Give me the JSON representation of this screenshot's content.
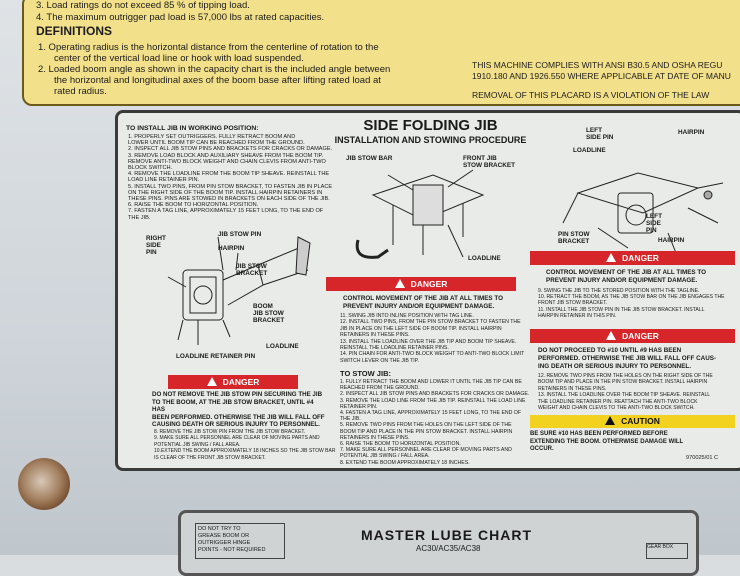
{
  "top_placard": {
    "line3": "3.  Load ratings do not exceed 85 % of tipping load.",
    "line4": "4.  The maximum outrigger pad load is 57,000 lbs at rated capacities.",
    "definitions_heading": "DEFINITIONS",
    "def1a": "1.  Operating radius is the horizontal distance from the centerline of rotation to the",
    "def1b": "center of the vertical load line or hook with load suspended.",
    "def2a": "2.  Loaded boom angle as shown in the capacity chart is the included angle between",
    "def2b": "the horizontal and longitudinal axes of the boom base after lifting rated load at",
    "def2c": "rated radius.",
    "compliance1": "THIS MACHINE COMPLIES WITH ANSI B30.5 AND OSHA REGU",
    "compliance2": "1910.180 AND 1926.550 WHERE APPLICABLE AT DATE OF MANU",
    "removal": "REMOVAL OF THIS PLACARD IS A VIOLATION OF THE LAW"
  },
  "main_placard": {
    "title": "SIDE FOLDING JIB",
    "subtitle": "INSTALLATION AND STOWING PROCEDURE",
    "install_heading": "TO INSTALL JIB IN WORKING POSITION:",
    "install_steps": [
      "1.  PROPERLY SET OUTRIGGERS. FULLY RETRACT BOOM AND",
      "     LOWER UNTIL BOOM TIP CAN BE REACHED FROM THE GROUND.",
      "2.  INSPECT ALL JIB STOW PINS AND BRACKETS FOR CRACKS OR DAMAGE.",
      "3.  REMOVE LOAD BLOCK AND AUXILIARY SHEAVE FROM THE BOOM TIP.",
      "     REMOVE ANTI-TWO BLOCK WEIGHT AND CHAIN CLEVIS FROM ANTI-TWO",
      "     BLOCK SWITCH.",
      "4.  REMOVE THE LOADLINE FROM THE BOOM TIP SHEAVE.  REINSTALL THE",
      "     LOAD LINE RETAINER PIN.",
      "5.  INSTALL TWO PINS, FROM PIN STOW BRACKET, TO FASTEN JIB IN PLACE",
      "     ON THE RIGHT SIDE OF THE BOOM TIP.  INSTALL HAIRPIN RETAINERS IN",
      "     THESE PINS. PINS ARE STOWED IN BRACKETS ON EACH SIDE OF THE JIB.",
      "6.  RAISE THE BOOM TO HORIZONTAL POSITION.",
      "7.  FASTEN A TAG LINE, APPROXIMATELY 15 FEET LONG, TO THE END OF",
      "     THE JIB."
    ],
    "labels_left": {
      "right_side_pin": "RIGHT\nSIDE\nPIN",
      "jib_stow_pin": "JIB STOW PIN",
      "hairpin": "HAIRPIN",
      "jib_stow_bracket": "JIB STOW\nBRACKET",
      "boom_jib_stow_bracket": "BOOM\nJIB STOW\nBRACKET",
      "loadline": "LOADLINE",
      "loadline_retainer_pin": "LOADLINE RETAINER PIN"
    },
    "labels_center": {
      "jib_stow_bar": "JIB STOW BAR",
      "front_jib_stow_bracket": "FRONT JIB\nSTOW BRACKET",
      "loadline": "LOADLINE"
    },
    "labels_right": {
      "left_side_pin_top": "LEFT\nSIDE PIN",
      "hairpin_top": "HAIRPIN",
      "loadline": "LOADLINE",
      "pin_stow_bracket": "PIN STOW\nBRACKET",
      "left_side_pin_bottom": "LEFT\nSIDE\nPIN",
      "hairpin_bottom": "HAIRPIN"
    },
    "danger_label": "DANGER",
    "danger_left_text": [
      "DO NOT REMOVE THE JIB STOW PIN SECURING THE JIB",
      "TO THE BOOM, AT THE JIB STOW BRACKET, UNTIL #4",
      "HAS",
      "BEEN PERFORMED.  OTHERWISE THE JIB WILL FALL OFF",
      "CAUSING DEATH OR SERIOUS INJURY TO PERSONNEL."
    ],
    "left_steps_after": [
      "8.  REMOVE THE JIB STOW PIN FROM THE JIB STOW BRACKET.",
      "9.  MAKE SURE ALL PERSONNEL ARE CLEAR OF MOVING PARTS AND",
      "     POTENTIAL JIB SWING / FALL AREA.",
      "10.EXTEND THE BOOM APPROXIMATELY 18 INCHES SO THE JIB STOW BAR",
      "     IS CLEAR OF THE FRONT JIB STOW BRACKET."
    ],
    "danger_center_text": [
      "CONTROL MOVEMENT OF THE JIB AT ALL TIMES TO",
      "PREVENT INJURY AND/OR EQUIPMENT DAMAGE."
    ],
    "center_steps": [
      "11.  SWING JIB INTO INLINE POSITION WITH TAG LINE.",
      "12.  INSTALL TWO PINS, FROM THE PIN STOW BRACKET TO FASTEN THE",
      "       JIB IN PLACE ON THE LEFT SIDE OF BOOM TIP. INSTALL HAIRPIN",
      "       RETAINERS IN THESE PINS.",
      "13.  INSTALL THE LOADLINE OVER THE JIB TIP AND BOOM TIP SHEAVE.",
      "       REINSTALL THE LOADLINE RETAINER PINS.",
      "14.  PIN CHAIN FOR ANTI-TWO BLOCK WEIGHT TO ANTI-TWO BLOCK LIMIT",
      "       SWITCH LEVER ON THE JIB TIP."
    ],
    "stow_heading": "TO STOW JIB:",
    "stow_steps": [
      "1.  FULLY RETRACT THE BOOM AND LOWER IT UNTIL THE JIB TIP CAN BE",
      "     REACHED FROM THE GROUND.",
      "2.  INSPECT ALL JIB STOW PINS AND BRACKETS FOR CRACKS OR DAMAGE.",
      "3.  REMOVE THE LOAD LINE FROM THE JIB TIP.  REINSTALL THE LOAD LINE",
      "     RETAINER PIN.",
      "4.  FASTEN A TAG LINE, APPROXIMATELY 15 FEET LONG, TO THE END OF",
      "     THE JIB.",
      "5.  REMOVE TWO PINS FROM THE HOLES ON THE LEFT SIDE OF THE",
      "     BOOM TIP AND PLACE IN THE PIN STOW BRACKET. INSTALL HAIRPIN",
      "     RETAINERS IN THESE PINS.",
      "6.  RAISE THE BOOM TO HORIZONTAL POSITION.",
      "7.  MAKE SURE ALL PERSONNEL ARE CLEAR OF MOVING PARTS AND",
      "     POTENTIAL JIB SWING / FALL AREA.",
      "8.  EXTEND THE BOOM APPROXIMATELY 18 INCHES."
    ],
    "danger_right1_text": [
      "CONTROL MOVEMENT OF THE JIB AT ALL TIMES TO",
      "PREVENT INJURY AND/OR EQUIPMENT DAMAGE."
    ],
    "right_steps_a": [
      "9.   SWING THE JIB TO THE STORED POSITION WITH THE TAGLINE.",
      "10.  RETRACT THE BOOM, AS THE JIB STOW BAR ON THE JIB ENGAGES THE",
      "       FRONT JIB STOW BRACKET.",
      "11.  INSTALL THE JIB STOW PIN IN THE JIB STOW BRACKET. INSTALL",
      "       HAIRPIN RETAINER IN THIS PIN."
    ],
    "danger_right2_text": [
      "DO NOT PROCEED TO #10 UNTIL #9 HAS BEEN",
      "PERFORMED.  OTHERWISE THE JIB WILL FALL OFF CAUS-",
      "ING DEATH OR SERIOUS INJURY TO PERSONNEL."
    ],
    "right_steps_b": [
      "12.  REMOVE TWO PINS FROM THE HOLES ON THE RIGHT SIDE OF THE",
      "       BOOM TIP AND PLACE IN THE PIN STOW BRACKET. INSTALL HAIRPIN",
      "       RETAINERS IN THESE PINS.",
      "13.  INSTALL THE LOADLINE OVER THE BOOM TIP SHEAVE. REINSTALL",
      "       THE LOADLINE RETAINER PIN. REATTACH THE ANTI-TWO BLOCK",
      "       WEIGHT AND CHAIN CLEVIS TO THE ANTI-TWO BLOCK SWITCH."
    ],
    "caution_label": "CAUTION",
    "caution_text": [
      "BE SURE #10 HAS BEEN PERFORMED BEFORE",
      "EXTENDING THE BOOM.  OTHERWISE DAMAGE WILL",
      "OCCUR."
    ],
    "part_number": "970025/01 C"
  },
  "lube_chart": {
    "note": "DO NOT TRY TO\nGREASE BOOM OR\nOUTRIGGER HINGE\nPOINTS - NOT REQUIRED",
    "title": "MASTER LUBE CHART",
    "models": "AC30/AC35/AC38",
    "corner": "GEAR BOX"
  },
  "colors": {
    "danger": "#d7262a",
    "caution": "#f2d21e",
    "placard": "#f3e08a"
  }
}
